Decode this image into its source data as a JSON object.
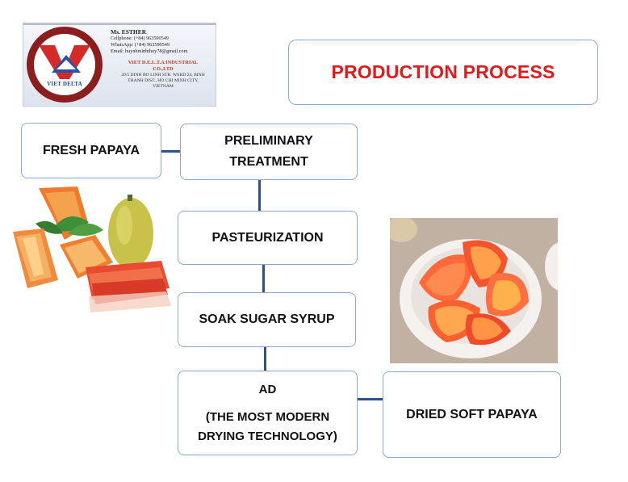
{
  "card": {
    "logo_text": "VIET DELTA",
    "name": "Ms. ESTHER",
    "cellphone": "Cellphone: (+84) 963590549",
    "whatsapp": "WhatsApp: (+84) 963590549",
    "email": "Email: huynhminhthuy78@gmail.com",
    "company_line1": "VIET D.E.L.T.A INDUSTRIAL",
    "company_line2": "CO.,LTD",
    "address_line1": "20/5 DINH BO LINH STR. WARD 24, BINH",
    "address_line2": "THANH DIST., HO CHI MINH CITY,",
    "address_line3": "VIETNAM"
  },
  "title": "PRODUCTION PROCESS",
  "steps": {
    "fresh": "FRESH PAPAYA",
    "prelim_line1": "PRELIMINARY",
    "prelim_line2": "TREATMENT",
    "pasteurization": "PASTEURIZATION",
    "soak": "SOAK SUGAR SYRUP",
    "ad_line1": "AD",
    "ad_line2": "(THE MOST MODERN",
    "ad_line3": "DRYING TECHNOLOGY)",
    "dried": "DRIED SOFT PAPAYA"
  },
  "colors": {
    "title": "#e3191c",
    "box_border": "#8fa9c6",
    "connector": "#2e5288"
  }
}
